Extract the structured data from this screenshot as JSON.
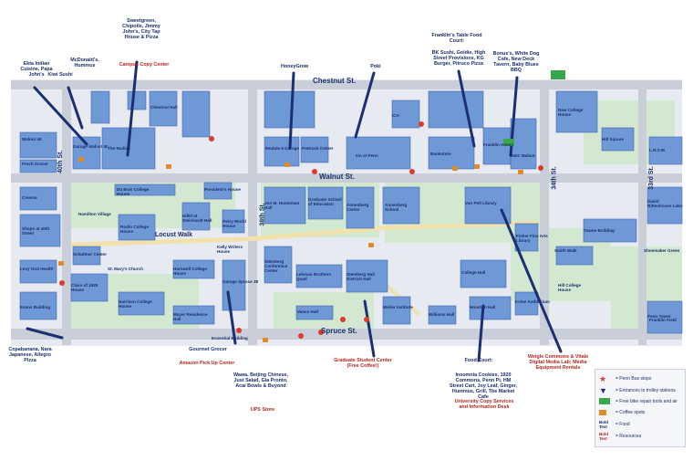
{
  "streets": {
    "chestnut": "Chestnut St.",
    "walnut": "Walnut St.",
    "locust": "Locust Walk",
    "spruce": "Spruce St.",
    "st40": "40th St.",
    "st38": "38th St.",
    "st34": "34th St.",
    "st33": "33rd St."
  },
  "buildings": [
    {
      "id": "b1",
      "label": "Walnut 40"
    },
    {
      "id": "b2",
      "label": "Fresh Grocer"
    },
    {
      "id": "b3",
      "label": "The Radian"
    },
    {
      "id": "b4",
      "label": "Garage Walnut 40"
    },
    {
      "id": "b5",
      "label": "Chestnut Hall"
    },
    {
      "id": "b6",
      "label": "Module 6 Garage"
    },
    {
      "id": "b7",
      "label": "Pottruck Center"
    },
    {
      "id": "b8",
      "label": "Inn at Penn"
    },
    {
      "id": "b9",
      "label": "ICA"
    },
    {
      "id": "b10",
      "label": "Bookstore"
    },
    {
      "id": "b11",
      "label": "Franklin Annex"
    },
    {
      "id": "b12",
      "label": "3401 Walnut"
    },
    {
      "id": "b13",
      "label": "New College House"
    },
    {
      "id": "b14",
      "label": "Hill Square"
    },
    {
      "id": "b15",
      "label": "L.R.S.M"
    },
    {
      "id": "b16",
      "label": "Cinema"
    },
    {
      "id": "b17",
      "label": "Shops at 40th Street"
    },
    {
      "id": "b18",
      "label": "Du Bois College House"
    },
    {
      "id": "b19",
      "label": "Hamilton Village"
    },
    {
      "id": "b20",
      "label": "Rodin College House"
    },
    {
      "id": "b21",
      "label": "Hillel at Steinhardt Hall"
    },
    {
      "id": "b22",
      "label": "President's House"
    },
    {
      "id": "b23",
      "label": "Perry World House"
    },
    {
      "id": "b24",
      "label": "Kelly Writers House"
    },
    {
      "id": "b25",
      "label": "Jon M. Huntsman Hall"
    },
    {
      "id": "b26",
      "label": "Graduate School of Education"
    },
    {
      "id": "b27",
      "label": "Annenberg Center"
    },
    {
      "id": "b28",
      "label": "Annenberg School"
    },
    {
      "id": "b29",
      "label": "Van Pelt Library"
    },
    {
      "id": "b30",
      "label": "Fisher Fine Arts Library"
    },
    {
      "id": "b31",
      "label": "College Hall"
    },
    {
      "id": "b32",
      "label": "David Rittenhouse Labs"
    },
    {
      "id": "b33",
      "label": "Towne Building"
    },
    {
      "id": "b34",
      "label": "Smith Walk"
    },
    {
      "id": "b35",
      "label": "Shoemaker Green"
    },
    {
      "id": "b36",
      "label": "St. Mary's Church"
    },
    {
      "id": "b37",
      "label": "Class of 1925 House"
    },
    {
      "id": "b38",
      "label": "Harrison College House"
    },
    {
      "id": "b39",
      "label": "Harnwell College House"
    },
    {
      "id": "b40",
      "label": "Mayer Residence Hall"
    },
    {
      "id": "b41",
      "label": "Steinberg Conference Center"
    },
    {
      "id": "b42",
      "label": "Lehman Brothers Quad"
    },
    {
      "id": "b43",
      "label": "Vance Hall"
    },
    {
      "id": "b44",
      "label": "Stemberg Hall Dietrich Hall"
    },
    {
      "id": "b45",
      "label": "Weiler Institute"
    },
    {
      "id": "b46",
      "label": "Williams Hall"
    },
    {
      "id": "b47",
      "label": "Houston Hall"
    },
    {
      "id": "b48",
      "label": "Irvine Auditorium"
    },
    {
      "id": "b49",
      "label": "Penn Tower"
    },
    {
      "id": "b50",
      "label": "Franklin Field"
    },
    {
      "id": "b51",
      "label": "Garage Spruce 38"
    },
    {
      "id": "b52",
      "label": "Essential Building"
    },
    {
      "id": "b53",
      "label": "Evans Building"
    },
    {
      "id": "b54",
      "label": "Levy Oral Health"
    },
    {
      "id": "b55",
      "label": "Schattner Center"
    },
    {
      "id": "b56",
      "label": "Hill College House"
    }
  ],
  "callouts": {
    "ethiopian": "Ekta Indian Cuisine, Papa John's",
    "kiwi": "Kiwi Sushi",
    "mcdonalds": "McDonald's, Hummus",
    "sweetgreen": "Sweetgreen, Chipotle, Jimmy John's, City Tap House & Pizza",
    "campus_copy": "Campus Copy Center",
    "honeygrow": "HoneyGrow",
    "poke": "Poki",
    "franklin_title": "Franklin's Table Food Court:",
    "franklin_list": "BK Sushi, Goldie, High Street Provisions, KG Burger, Pitruco Pizza",
    "dining_right": "Bonus's, White Dog Cafe, New Deck Tavern, Baby Blues BBQ",
    "copabanana": "Copabanana, Nara Japanese, Allegro Pizza",
    "gourmet": "Gourmet Grocer",
    "amazon": "Amazon Pick Up Center",
    "wawa": "Wawa, Beijing Chinese, Just Salad, Gia Pronto, Acai Bowls & Beyond",
    "ups": "UPS Store",
    "grad_center": "Graduate Student Center (Free Coffee!)",
    "food_court_title": "Food Court:",
    "food_court_list": "Insomnia Cookies, 1920 Commons, Penn Pi, HM Street Cart, Joy Leaf, Ginger, Hummus, Grill, The Market Cafe",
    "copy_services": "University Copy Services and Information Desk",
    "weigle": "Weigle Commons & Vitale Digital Media Lab; Media Equipment Rentals"
  },
  "legend": [
    {
      "icon": "star",
      "text": "= Penn Bus stops"
    },
    {
      "icon": "arrow",
      "text": "= Entrances to trolley stations"
    },
    {
      "icon": "bike",
      "text": "= Free bike repair tools and air"
    },
    {
      "icon": "coffee",
      "text": "= Coffee spots"
    },
    {
      "icon": "food",
      "text": "= Food"
    },
    {
      "icon": "resources",
      "text": "= Resources"
    }
  ],
  "legend_icon_text": {
    "food": "Bold Text",
    "resources": "Bold Text"
  },
  "colors": {
    "building": "#6f98d6",
    "building_dark": "#4b77bf",
    "street": "#c9ced8",
    "green": "#d7ead7",
    "walk": "#f3e9c7",
    "arrow": "#1b2f73",
    "star": "#e03a2f",
    "text": "#1a2f6a",
    "red": "#b5261f"
  }
}
